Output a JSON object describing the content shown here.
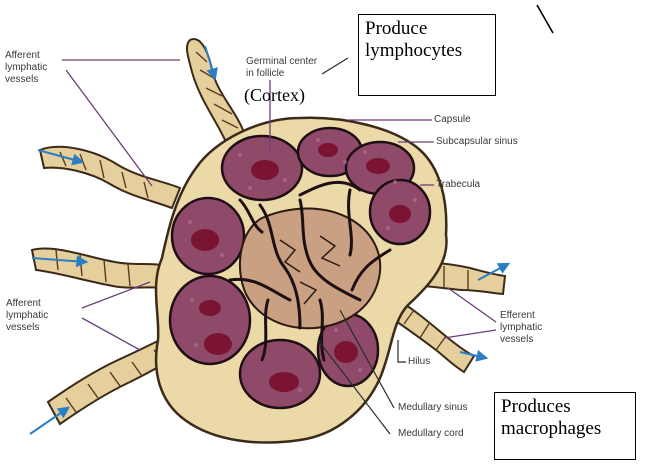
{
  "labels": {
    "afferent_top": "Afferent\nlymphatic\nvessels",
    "germinal_center": "Germinal center\nin follicle",
    "cortex": "(Cortex)",
    "capsule": "Capsule",
    "subcapsular_sinus": "Subcapsular sinus",
    "trabecula": "Trabecula",
    "afferent_bottom": "Afferent\nlymphatic\nvessels",
    "efferent": "Efferent\nlymphatic\nvessels",
    "hilus": "Hilus",
    "medullary_sinus": "Medullary sinus",
    "medullary_cord": "Medullary cord"
  },
  "callouts": {
    "produce_lymphocytes": "Produce\nlymphocytes",
    "produces_macrophages": "Produces\nmacrophages"
  },
  "colors": {
    "capsule_fill": "#ecd9a8",
    "cortex_fill": "#8f4a6a",
    "germinal_center": "#7a1432",
    "medulla_fill": "#caa083",
    "vessel_fill": "#e5cf9c",
    "arrow_blue": "#2a7fc4",
    "leader_purple": "#6b3e78"
  }
}
